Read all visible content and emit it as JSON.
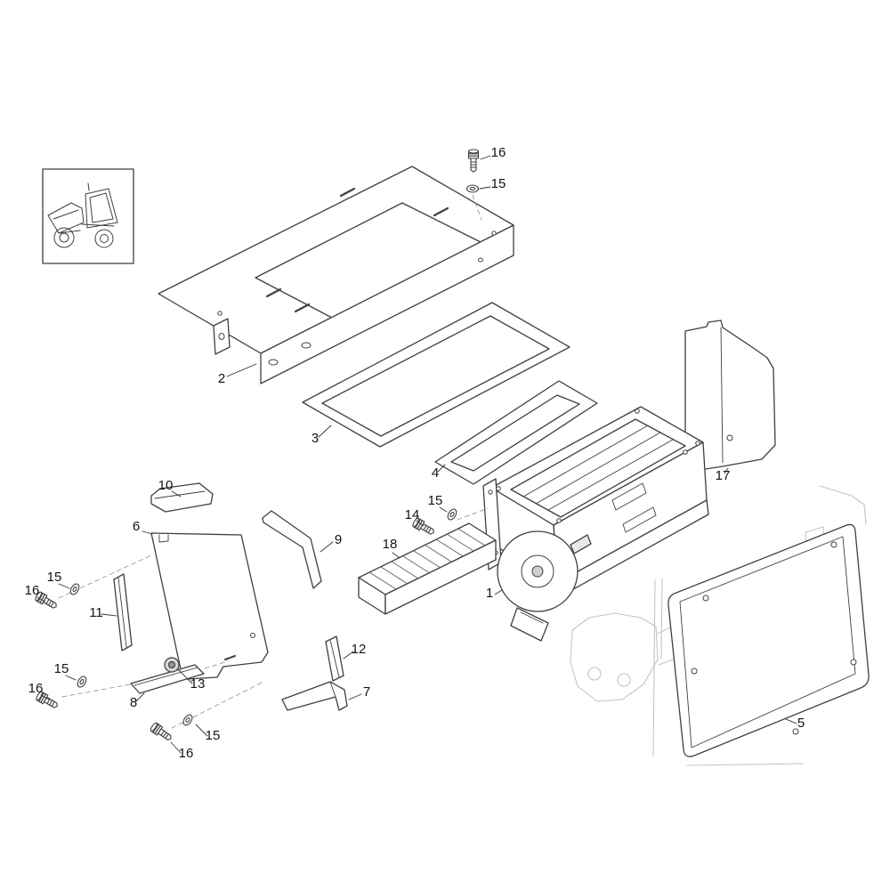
{
  "diagram": {
    "type": "exploded-parts-diagram",
    "subject": "heater / blower assembly",
    "colors": {
      "line": "#3f3f3f",
      "light_line": "#c4c4c4",
      "label": "#141414",
      "fill": "#ffffff",
      "grommet": "#9a9a9a"
    },
    "icons": {
      "thumbnail": "dumper-vehicle"
    },
    "labels": [
      {
        "part": "16",
        "loc": "top-screw",
        "text": "16"
      },
      {
        "part": "15",
        "loc": "top-washer",
        "text": "15"
      },
      {
        "part": "2",
        "loc": "mounting-plate",
        "text": "2"
      },
      {
        "part": "3",
        "loc": "seal-frame-large",
        "text": "3"
      },
      {
        "part": "4",
        "loc": "seal-frame-small",
        "text": "4"
      },
      {
        "part": "17",
        "loc": "side-panel-right",
        "text": "17"
      },
      {
        "part": "1",
        "loc": "heater-unit",
        "text": "1"
      },
      {
        "part": "18",
        "loc": "filter",
        "text": "18"
      },
      {
        "part": "14",
        "loc": "screw-mid",
        "text": "14"
      },
      {
        "part": "15",
        "loc": "washer-mid",
        "text": "15"
      },
      {
        "part": "10",
        "loc": "bracket-top",
        "text": "10"
      },
      {
        "part": "6",
        "loc": "side-panel-left",
        "text": "6"
      },
      {
        "part": "9",
        "loc": "trim-strip-right",
        "text": "9"
      },
      {
        "part": "15",
        "loc": "washer-left-upper",
        "text": "15"
      },
      {
        "part": "16",
        "loc": "screw-left-upper",
        "text": "16"
      },
      {
        "part": "11",
        "loc": "trim-strip-vertical",
        "text": "11"
      },
      {
        "part": "13",
        "loc": "grommet",
        "text": "13"
      },
      {
        "part": "12",
        "loc": "trim-strip-small",
        "text": "12"
      },
      {
        "part": "7",
        "loc": "trim-strip-bottom",
        "text": "7"
      },
      {
        "part": "8",
        "loc": "bar",
        "text": "8"
      },
      {
        "part": "15",
        "loc": "washer-left-lower",
        "text": "15"
      },
      {
        "part": "16",
        "loc": "screw-left-lower",
        "text": "16"
      },
      {
        "part": "15",
        "loc": "washer-bottom",
        "text": "15"
      },
      {
        "part": "16",
        "loc": "screw-bottom",
        "text": "16"
      },
      {
        "part": "5",
        "loc": "rear-panel",
        "text": "5"
      }
    ]
  }
}
